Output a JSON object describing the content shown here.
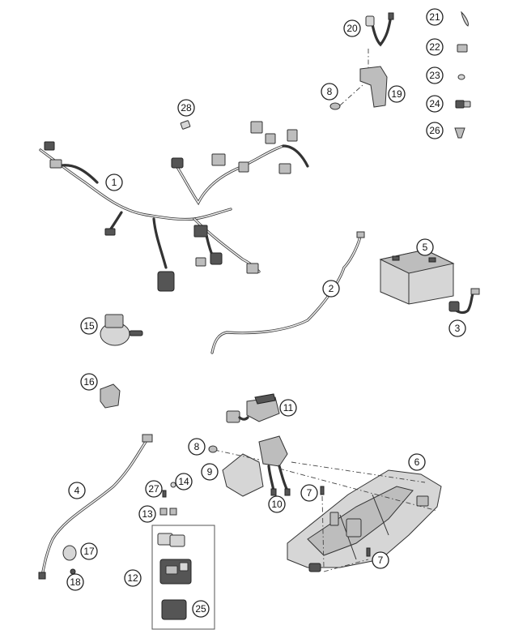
{
  "callouts": [
    {
      "id": "1",
      "label": "1"
    },
    {
      "id": "2",
      "label": "2"
    },
    {
      "id": "3",
      "label": "3"
    },
    {
      "id": "4",
      "label": "4"
    },
    {
      "id": "5",
      "label": "5"
    },
    {
      "id": "6",
      "label": "6"
    },
    {
      "id": "7a",
      "label": "7"
    },
    {
      "id": "7b",
      "label": "7"
    },
    {
      "id": "8a",
      "label": "8"
    },
    {
      "id": "8b",
      "label": "8"
    },
    {
      "id": "9",
      "label": "9"
    },
    {
      "id": "10",
      "label": "10"
    },
    {
      "id": "11",
      "label": "11"
    },
    {
      "id": "12",
      "label": "12"
    },
    {
      "id": "13",
      "label": "13"
    },
    {
      "id": "14",
      "label": "14"
    },
    {
      "id": "15",
      "label": "15"
    },
    {
      "id": "16",
      "label": "16"
    },
    {
      "id": "17",
      "label": "17"
    },
    {
      "id": "18",
      "label": "18"
    },
    {
      "id": "19",
      "label": "19"
    },
    {
      "id": "20",
      "label": "20"
    },
    {
      "id": "21",
      "label": "21"
    },
    {
      "id": "22",
      "label": "22"
    },
    {
      "id": "23",
      "label": "23"
    },
    {
      "id": "24",
      "label": "24"
    },
    {
      "id": "25",
      "label": "25"
    },
    {
      "id": "26",
      "label": "26"
    },
    {
      "id": "27",
      "label": "27"
    },
    {
      "id": "28",
      "label": "28"
    }
  ]
}
